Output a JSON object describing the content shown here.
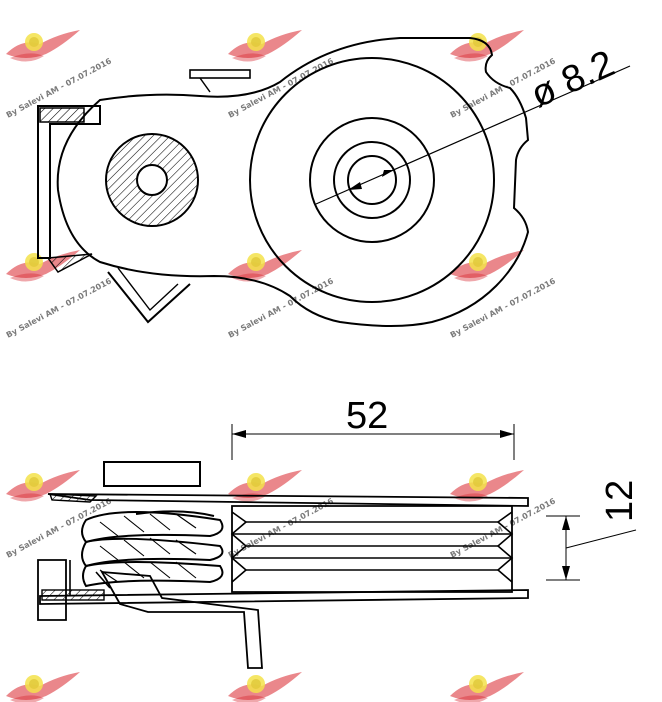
{
  "dimensions": {
    "diameter_label": "ø 8.2",
    "width_label": "52",
    "height_label": "12"
  },
  "watermark": {
    "text": "By Salevi AM - 07.07.2016",
    "brand_color": "#d8242c",
    "badge_color": "#f3e24a"
  },
  "line_color": "#000000",
  "hatch_color": "#000000"
}
